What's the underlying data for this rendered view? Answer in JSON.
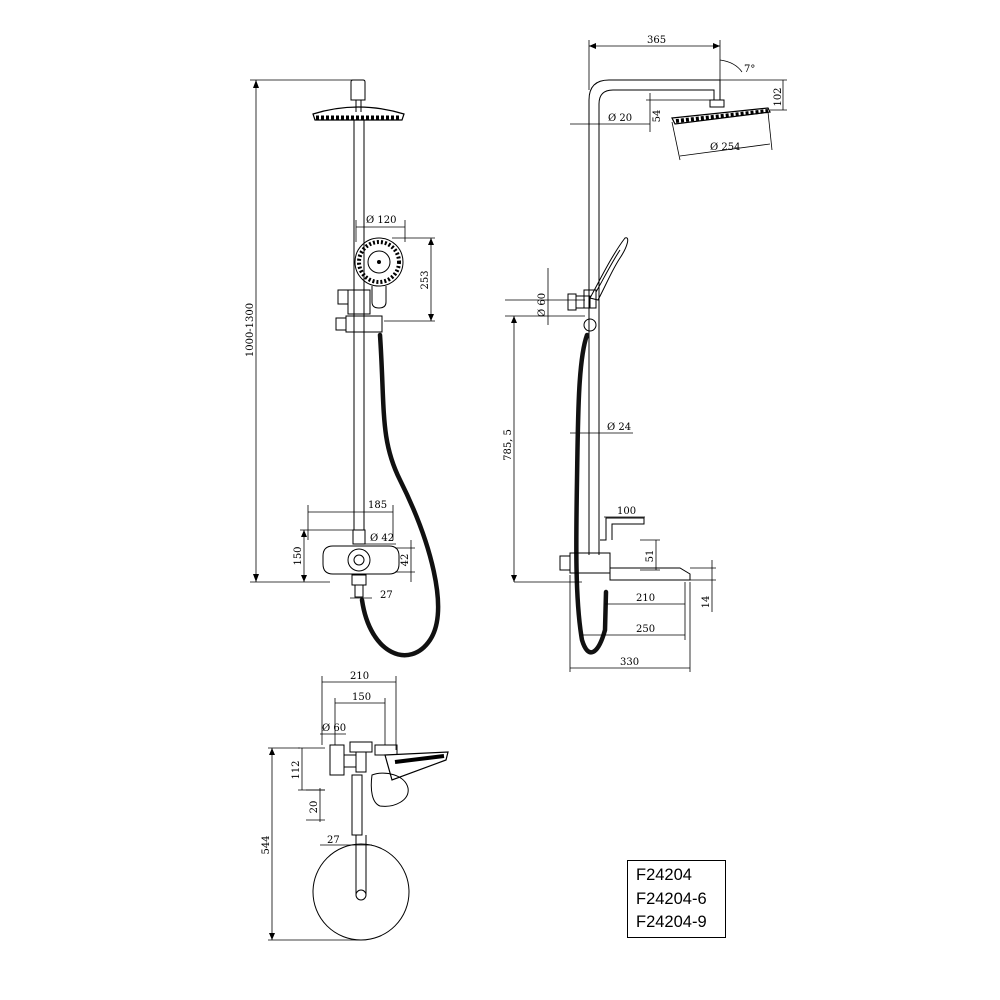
{
  "front_view": {
    "dimensions": {
      "total_height": "1000-1300",
      "hand_shower_diameter": "Ø 120",
      "hand_shower_height": "253",
      "mixer_width": "185",
      "mixer_height": "150",
      "mixer_body_diameter": "Ø 42",
      "mixer_body_height": "42",
      "outlet_width": "27"
    }
  },
  "side_view": {
    "dimensions": {
      "arm_length": "365",
      "head_angle": "7°",
      "head_height": "102",
      "pipe_diameter_top": "Ø 20",
      "head_offset": "54",
      "head_diameter": "Ø 254",
      "holder_diameter": "Ø 60",
      "rail_height": "785, 5",
      "pipe_diameter": "Ø 24",
      "handle_length": "100",
      "handle_height": "51",
      "spout_offset": "210",
      "spout_thickness": "14",
      "spout_length": "250",
      "total_depth": "330"
    }
  },
  "top_view": {
    "dimensions": {
      "overall_width": "210",
      "inner_width": "150",
      "escutcheon_diameter": "Ø 60",
      "body_depth": "112",
      "body_offset": "20",
      "pipe_width": "27",
      "total_depth": "544"
    }
  },
  "model_numbers": [
    "F24204",
    "F24204-6",
    "F24204-9"
  ]
}
